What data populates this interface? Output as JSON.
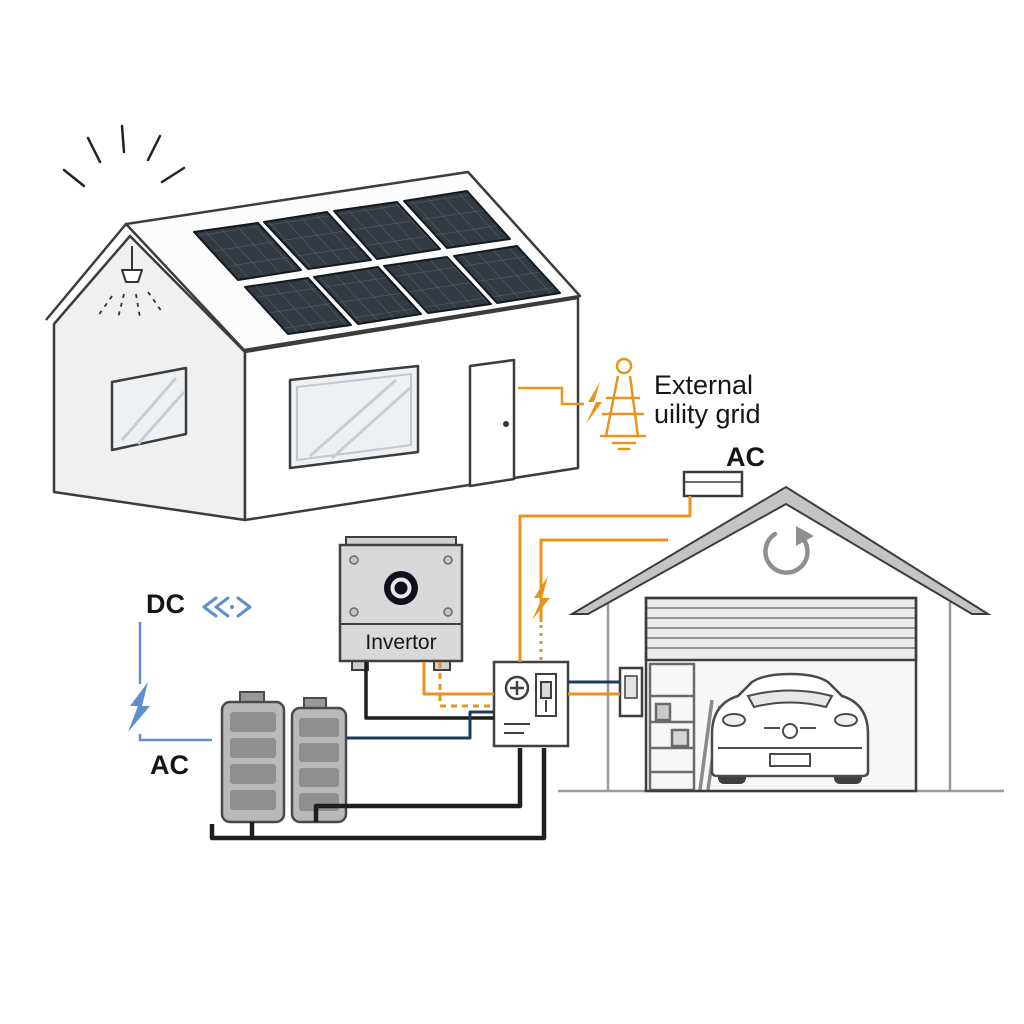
{
  "title": "Home solar energy system diagram",
  "labels": {
    "dc": "DC",
    "ac_left": "AC",
    "inverter": "Invertor",
    "grid_line1": "External",
    "grid_line2": "uility grid",
    "ac_garage": "AC"
  },
  "colors": {
    "accent_orange": "#E8941A",
    "flow_blue": "#5E8FCB",
    "wire_navy": "#1E3A5F",
    "wire_black": "#1F1F1F",
    "outline": "#3C3C3C",
    "panel_cell": "#333A41",
    "roof_gray": "#C4C4C4",
    "battery_gray": "#B9B9B9"
  },
  "icons": {
    "sun_rays": "radiating-lines",
    "ceiling_lamp": "downlight-with-rays",
    "utility_pylon": "transmission-tower",
    "lightning_bolt": "zigzag-bolt",
    "flow_arrows": "double-chevrons",
    "recycle": "circular-arrow",
    "breaker_plus": "circled-plus",
    "inverter_lens": "concentric-circles"
  }
}
